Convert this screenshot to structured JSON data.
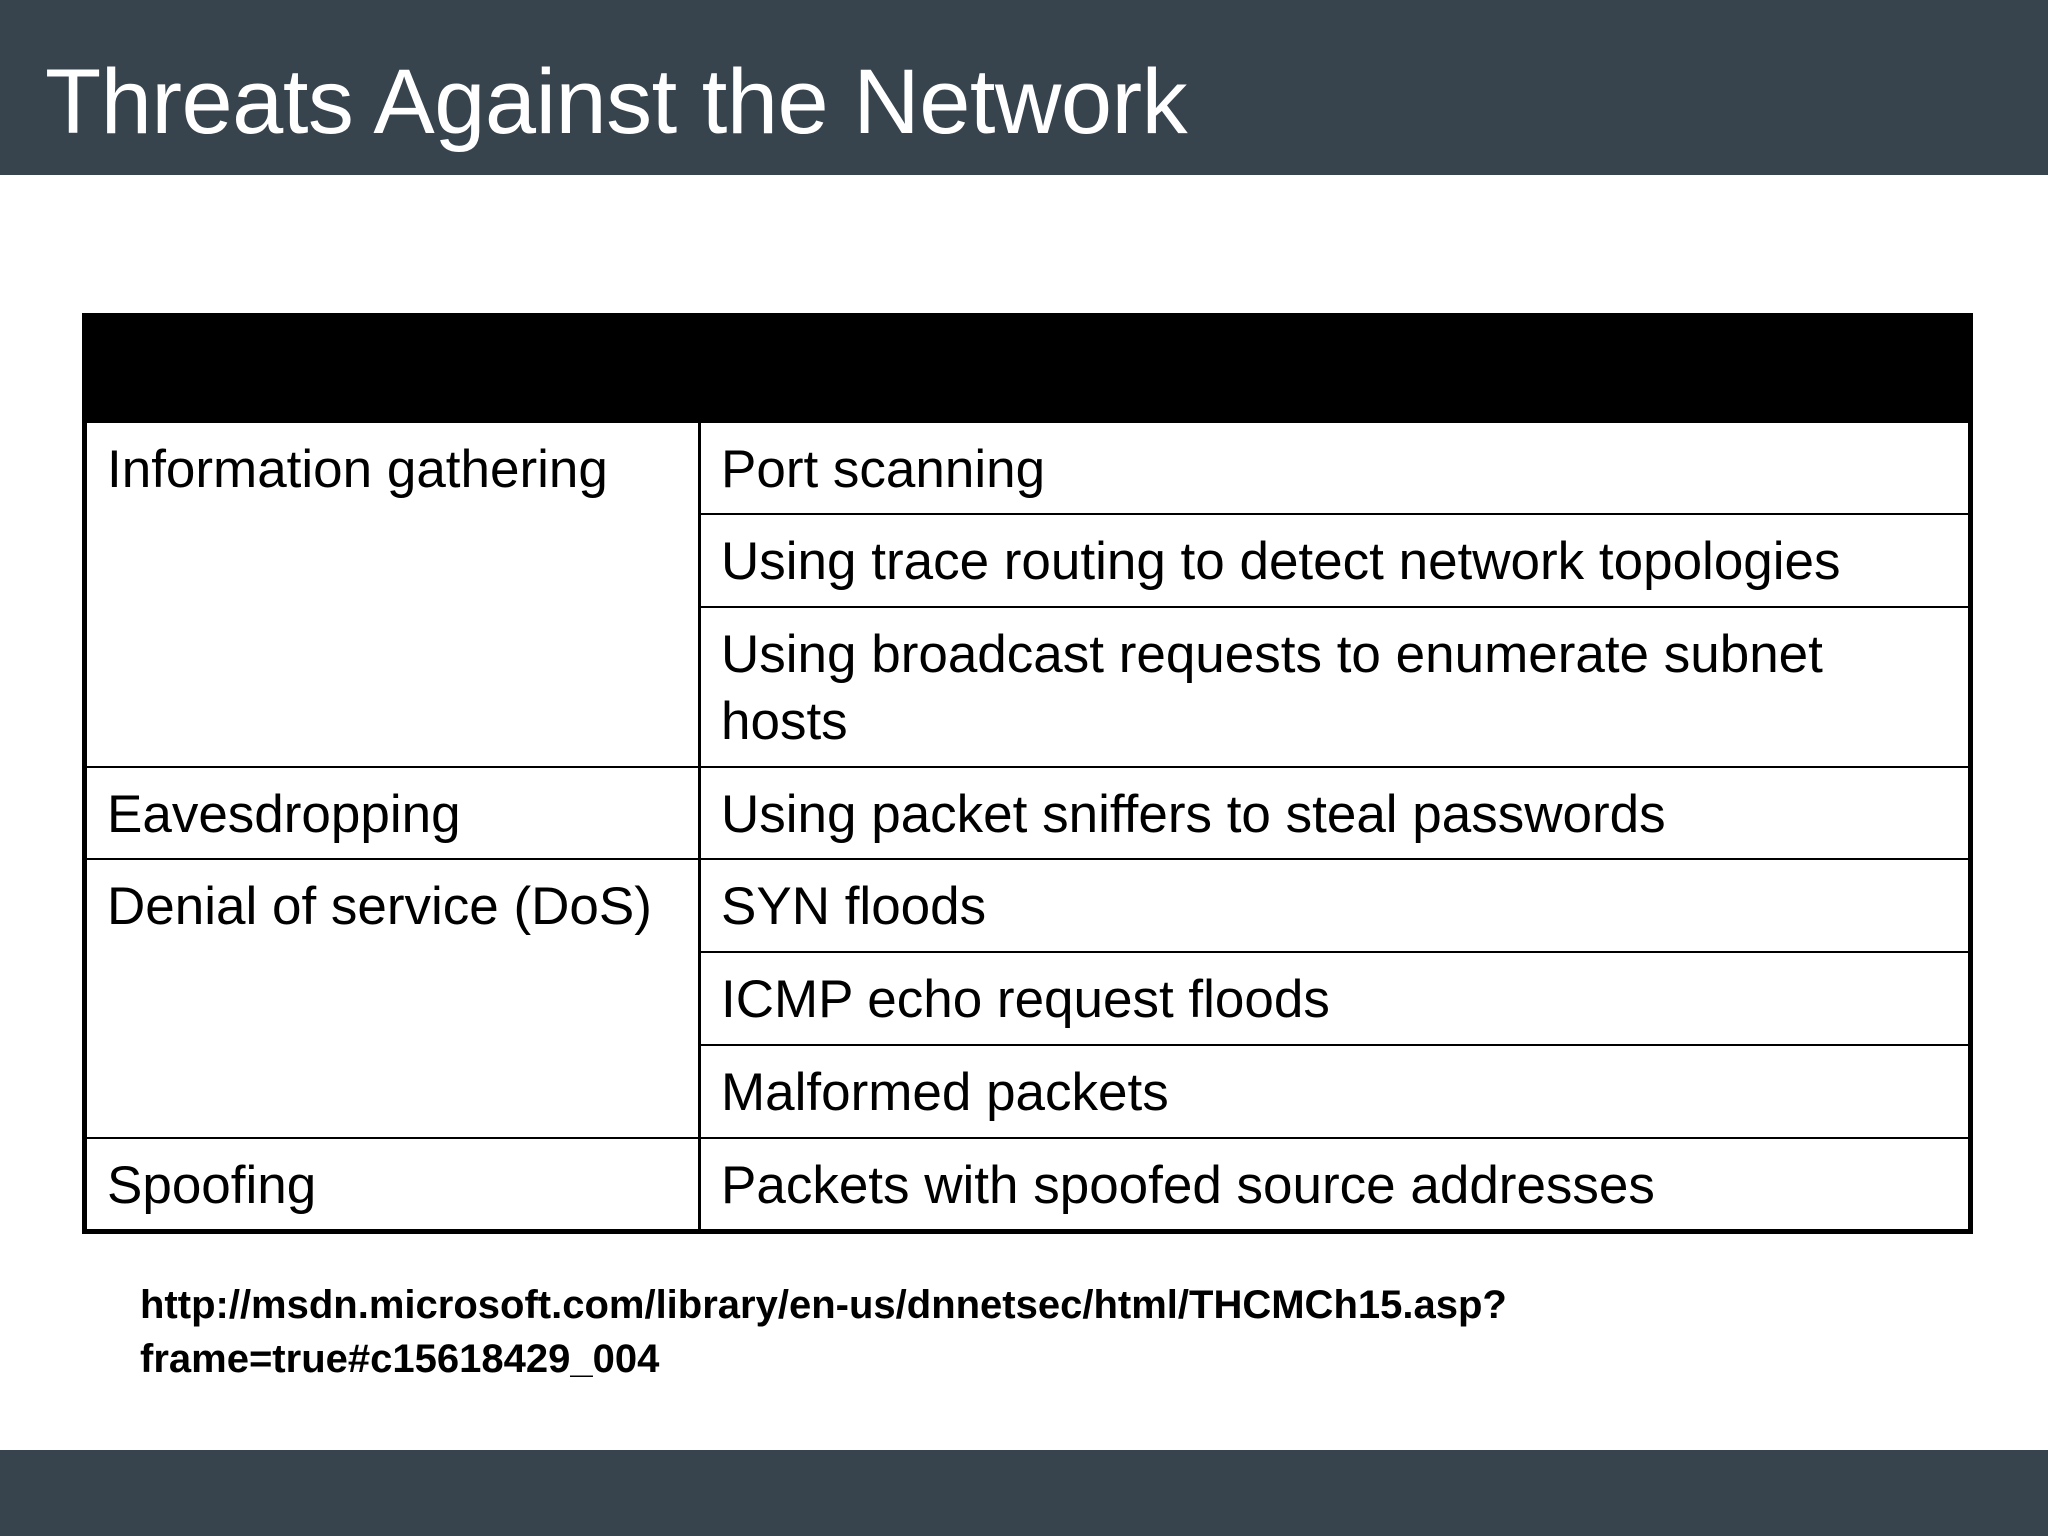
{
  "slide": {
    "title": "Threats Against the Network"
  },
  "table": {
    "header": [
      "",
      ""
    ],
    "groups": [
      {
        "category": "Information gathering",
        "examples": [
          "Port scanning",
          "Using trace routing to detect network topologies",
          "Using broadcast requests to enumerate subnet hosts"
        ]
      },
      {
        "category": "Eavesdropping",
        "examples": [
          "Using packet sniffers to steal passwords"
        ]
      },
      {
        "category": "Denial of service (DoS)",
        "examples": [
          "SYN floods",
          "ICMP echo request floods",
          "Malformed packets"
        ]
      },
      {
        "category": "Spoofing",
        "examples": [
          "Packets with spoofed source addresses"
        ]
      }
    ]
  },
  "source": {
    "line1": "http://msdn.microsoft.com/library/en-us/dnnetsec/html/THCMCh15.asp?",
    "line2": "frame=true#c15618429_004"
  },
  "colors": {
    "bar": "#37434d",
    "table_header": "#000000",
    "text": "#000000",
    "title_text": "#ffffff"
  }
}
